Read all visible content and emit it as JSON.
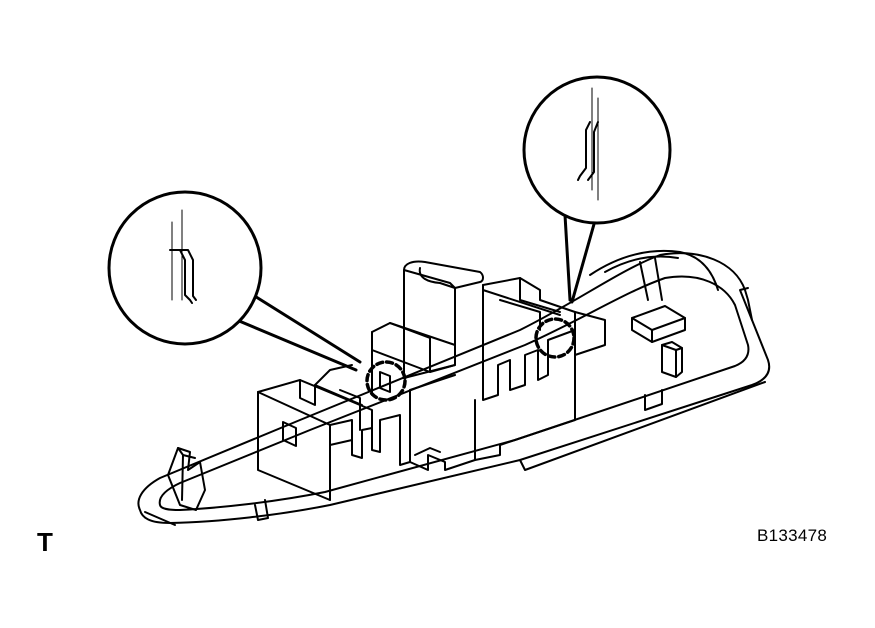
{
  "figure": {
    "corner_mark": "T",
    "figure_id": "B133478"
  },
  "callouts": [
    {
      "name": "left-callout",
      "detail": "claw-clip-detail"
    },
    {
      "name": "right-callout",
      "detail": "claw-clip-detail"
    }
  ],
  "colors": {
    "line": "#000000",
    "background": "#ffffff"
  }
}
